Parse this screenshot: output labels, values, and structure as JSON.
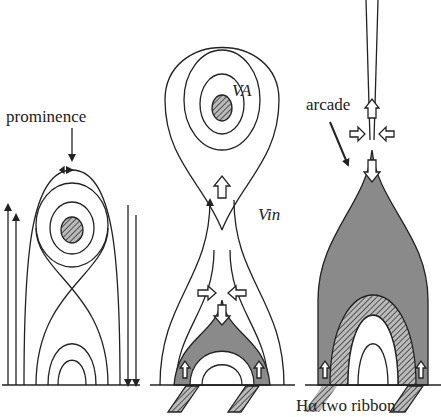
{
  "diagram": {
    "labels": [
      "prominence",
      "VA",
      "Vin",
      "arcade",
      "Hα two ribbon"
    ]
  }
}
